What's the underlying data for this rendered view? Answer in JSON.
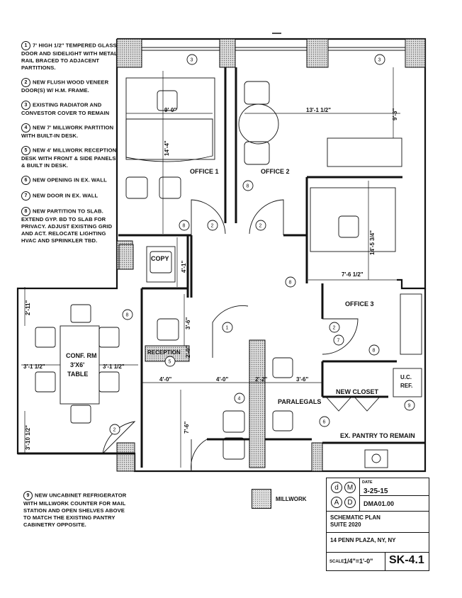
{
  "notes": [
    {
      "num": "1",
      "text": "7' HIGH 1/2\" TEMPERED GLASS DOOR AND SIDELIGHT WITH METAL RAIL BRACED TO ADJACENT PARTITIONS."
    },
    {
      "num": "2",
      "text": "NEW FLUSH WOOD VENEER DOOR(S) W/ H.M. FRAME."
    },
    {
      "num": "3",
      "text": "EXISTING RADIATOR AND CONVESTOR COVER TO REMAIN"
    },
    {
      "num": "4",
      "text": "NEW 7' MILLWORK PARTITION WITH BUILT-IN DESK."
    },
    {
      "num": "5",
      "text": "NEW 4' MILLWORK RECEPTION DESK WITH FRONT & SIDE PANELS & BUILT IN DESK."
    },
    {
      "num": "6",
      "text": "NEW OPENING IN EX. WALL"
    },
    {
      "num": "7",
      "text": "NEW DOOR IN EX. WALL"
    },
    {
      "num": "8",
      "text": "NEW PARTITION TO SLAB. EXTEND GYP. BD TO SLAB FOR PRIVACY. ADJUST EXISTING GRID AND ACT. RELOCATE LIGHTING HVAC AND SPRINKLER TBD."
    }
  ],
  "note9": {
    "num": "9",
    "text": "NEW UNCABINET REFRIGERATOR WITH MILLWORK COUNTER FOR MAIL STATION AND OPEN SHELVES ABOVE TO MATCH THE EXISTING PANTRY CABINETRY OPPOSITE."
  },
  "legend": {
    "label": "MILLWORK"
  },
  "rooms": {
    "office1": "OFFICE 1",
    "office2": "OFFICE 2",
    "office3": "OFFICE 3",
    "copy": "COPY",
    "conf1": "CONF. RM",
    "conf2": "3'X6'",
    "conf3": "TABLE",
    "reception": "RECEPTION",
    "paralegals": "PARALEGALS",
    "closet": "NEW CLOSET",
    "uc1": "U.C.",
    "uc2": "REF.",
    "pantry": "EX. PANTRY TO REMAIN"
  },
  "dims": {
    "d1": "9'-0\"",
    "d2": "13'-1 1/2\"",
    "d3": "9'-3\"",
    "d4": "14'-4\"",
    "d5": "4'-1\"",
    "d6": "14'-5 3/4\"",
    "d7": "7'-6 1/2\"",
    "d8": "2'-11\"",
    "d9": "3'-6\"",
    "d10": "3'-1 1/2\"",
    "d11": "3'-1 1/2\"",
    "d12": "2'-0\"",
    "d13": "4'-0\"",
    "d14": "4'-0\"",
    "d15": "2'-2\"",
    "d16": "3'-6\"",
    "d17": "7'-6\"",
    "d18": "3'-10 1/2\""
  },
  "tags": {
    "t3": "3",
    "t8": "8",
    "t2": "2",
    "t1": "1",
    "t7": "7",
    "t4": "4",
    "t5": "5",
    "t6": "6",
    "t9": "9"
  },
  "titleblock": {
    "sym_d": "d",
    "sym_M": "M",
    "sym_A": "A",
    "sym_D": "D",
    "date_label": "DATE",
    "date": "3-25-15",
    "project_no": "DMA01.00",
    "title1": "SCHEMATIC PLAN",
    "title2": "SUITE 2020",
    "address": "14 PENN PLAZA, NY, NY",
    "scale_label": "SCALE",
    "scale": "1/4\"=1'-0\"",
    "sheet": "SK-4.1"
  }
}
